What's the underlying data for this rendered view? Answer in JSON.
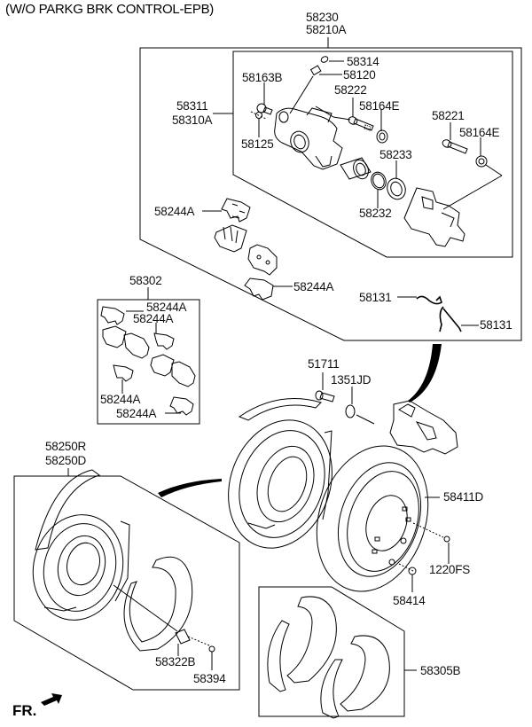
{
  "title": "(W/O PARKG BRK CONTROL-EPB)",
  "direction_marker": "FR.",
  "colors": {
    "line": "#000000",
    "background": "#ffffff"
  },
  "labels": {
    "p58230": "58230",
    "p58210A": "58210A",
    "p58314": "58314",
    "p58120": "58120",
    "p58163B": "58163B",
    "p58222": "58222",
    "p58311": "58311",
    "p58310A": "58310A",
    "p58164E_a": "58164E",
    "p58221": "58221",
    "p58164E_b": "58164E",
    "p58125": "58125",
    "p58233": "58233",
    "p58232": "58232",
    "p58244A_1": "58244A",
    "p58244A_2": "58244A",
    "p58302": "58302",
    "p58244A_3": "58244A",
    "p58244A_4": "58244A",
    "p58244A_5": "58244A",
    "p58244A_6": "58244A",
    "p58131_a": "58131",
    "p58131_b": "58131",
    "p51711": "51711",
    "p1351JD": "1351JD",
    "p58250R": "58250R",
    "p58250D": "58250D",
    "p58411D": "58411D",
    "p1220FS": "1220FS",
    "p58414": "58414",
    "p58322B": "58322B",
    "p58394": "58394",
    "p58305B": "58305B"
  }
}
